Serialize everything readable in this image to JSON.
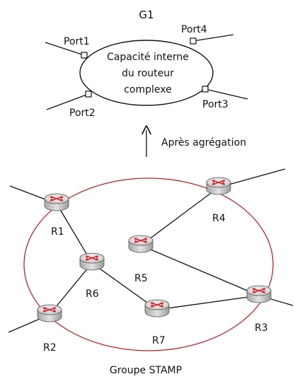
{
  "aggregated": {
    "title": "G1",
    "center_lines": [
      "Capacité interne",
      "du routeur",
      "complexe"
    ],
    "ports": [
      "Port1",
      "Port2",
      "Port3",
      "Port4"
    ]
  },
  "arrow_label": "Après agrégation",
  "group": {
    "label": "Groupe STAMP",
    "border_color": "#b2262a"
  },
  "routers": [
    "R1",
    "R2",
    "R3",
    "R4",
    "R5",
    "R6",
    "R7"
  ],
  "colors": {
    "router_arrow": "#d9262b",
    "router_body": "#dcdcdc",
    "line": "#111111"
  }
}
